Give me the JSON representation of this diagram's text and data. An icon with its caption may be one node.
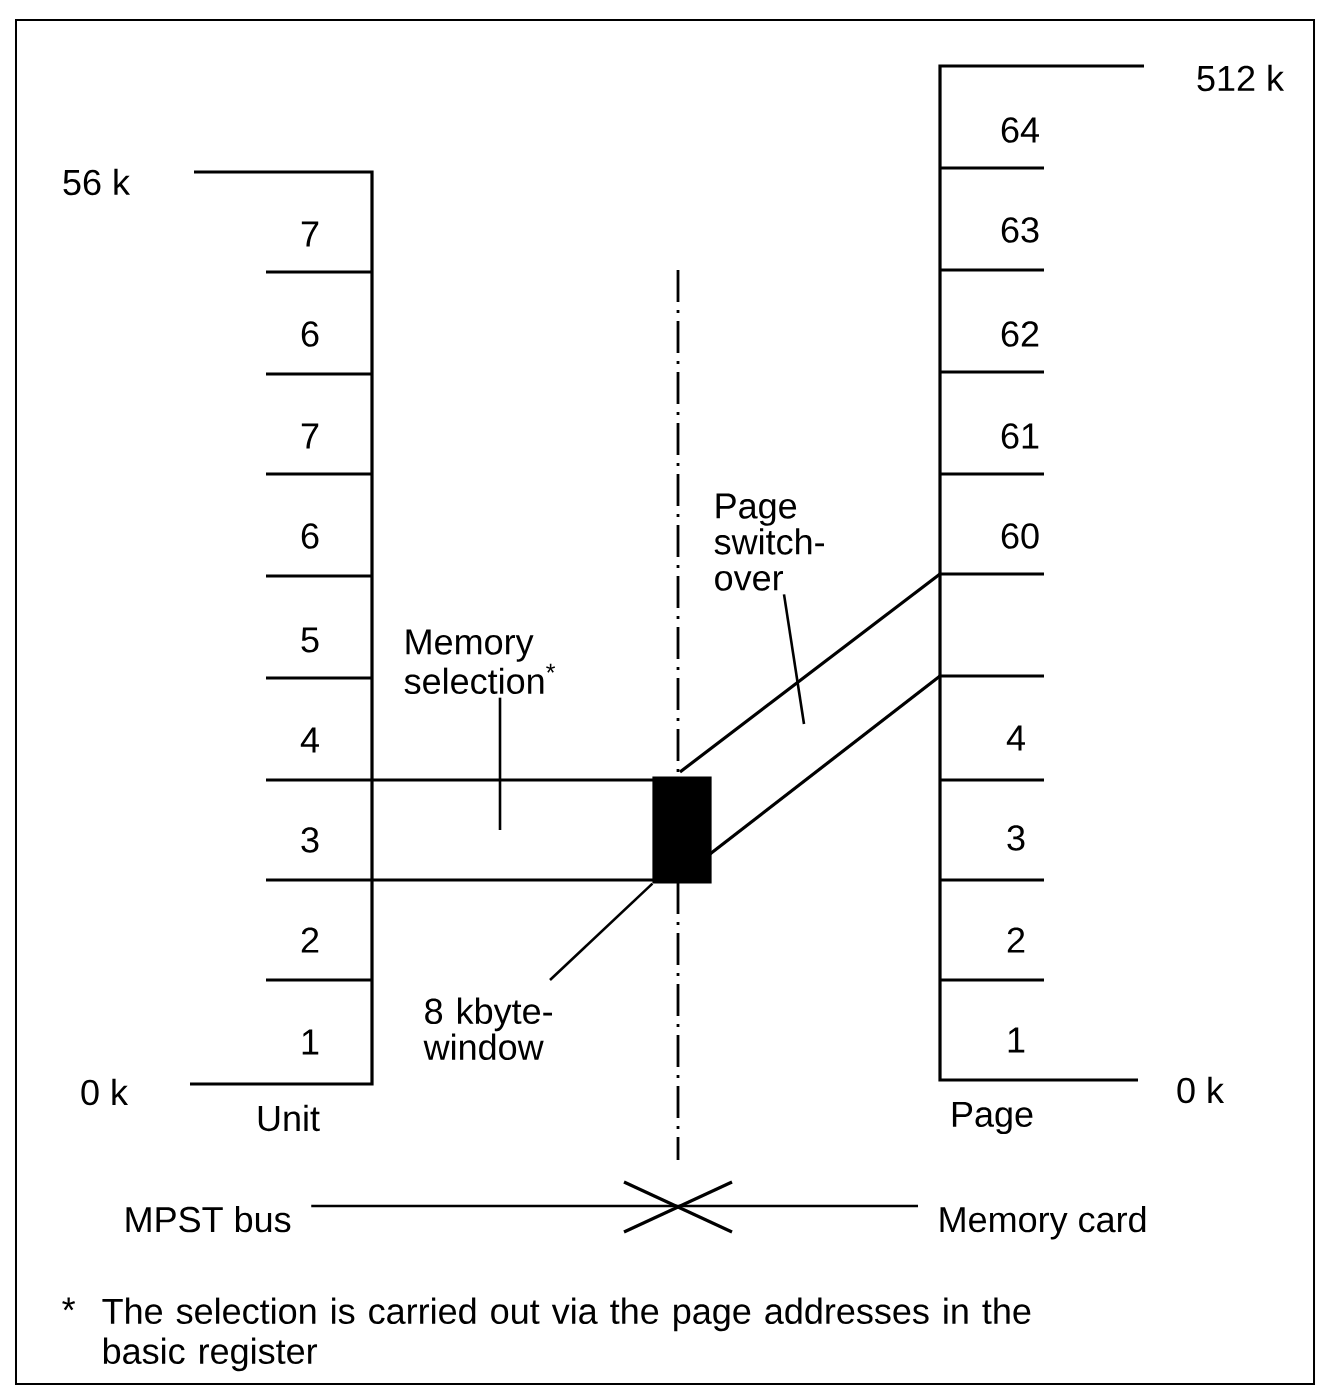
{
  "diagram": {
    "nodes": [
      {
        "text": [],
        "shape": "bar"
      },
      {
        "text": [
          "Memory selection$^{*}$"
        ]
      },
      {
        "text": [
          "Page switch-over"
        ]
      },
      {
        "text": [
          "8 kbyte-window"
        ]
      },
      {
        "text": [
          "MPST bus"
        ]
      },
      {
        "text": [
          "Memory card"
        ]
      }
    ],
    "edges": [
      {
        "from": 3,
        "to": 0,
        "arrow": "none"
      },
      {
        "from": 1,
        "to": null,
        "arrow": "none"
      },
      {
        "from": 2,
        "to": null,
        "arrow": "none"
      },
      {
        "from": 4,
        "to": 5,
        "arrow": "none"
      }
    ],
    "labels": [
      "56 k",
      "7",
      "6",
      "7",
      "6",
      "5",
      "4",
      "3",
      "2",
      "1",
      "0 k",
      "Unit",
      "512 k",
      "64",
      "63",
      "62",
      "61",
      "60",
      "4",
      "3",
      "2",
      "1",
      "0 k",
      "Page",
      "*",
      "The selection is carried out via the page addresses in the basic register"
    ]
  }
}
